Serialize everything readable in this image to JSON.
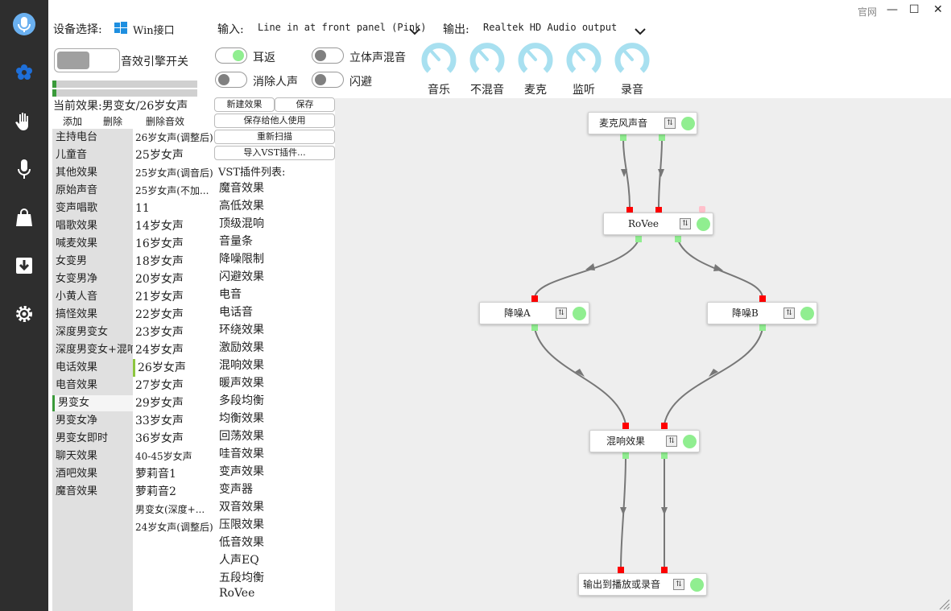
{
  "window": {
    "link_label": "官网",
    "minimize": "—",
    "maximize": "☐",
    "close": "✕"
  },
  "sidebar": {
    "icons": [
      "microphone-app-icon",
      "flower-icon",
      "hand-icon",
      "mic-icon",
      "bag-icon",
      "download-icon",
      "gear-icon"
    ],
    "accent": "#1e6fd9"
  },
  "device": {
    "label": "设备选择:",
    "driver": "Win接口"
  },
  "input": {
    "label": "输入:",
    "value": "Line in at front panel (Pink)"
  },
  "output": {
    "label": "输出:",
    "value": "Realtek HD Audio output"
  },
  "engine": {
    "label": "音效引擎开关"
  },
  "toggles": [
    {
      "label": "耳返",
      "state": "on"
    },
    {
      "label": "立体声混音",
      "state": "off"
    },
    {
      "label": "消除人声",
      "state": "off"
    },
    {
      "label": "闪避",
      "state": "off"
    }
  ],
  "knobs": [
    "音乐",
    "不混音",
    "麦克",
    "监听",
    "录音"
  ],
  "current_effect": "当前效果:男变女/26岁女声",
  "effect_actions": {
    "add": "添加",
    "delete": "删除",
    "delete_effect": "删除音效"
  },
  "categories": [
    "主持电台",
    "儿童音",
    "其他效果",
    "原始声音",
    "变声唱歌",
    "唱歌效果",
    "喊麦效果",
    "女变男",
    "女变男净",
    "小黄人音",
    "搞怪效果",
    "深度男变女",
    "深度男变女+混响",
    "电话效果",
    "电音效果",
    "男变女",
    "男变女净",
    "男变女即时",
    "聊天效果",
    "酒吧效果",
    "魔音效果"
  ],
  "presets": [
    "26岁女声(调整后)",
    "25岁女声",
    "25岁女声(调音后)",
    "25岁女声(不加...",
    "11",
    "14岁女声",
    "16岁女声",
    "18岁女声",
    "20岁女声",
    "21岁女声",
    "22岁女声",
    "23岁女声",
    "24岁女声",
    "26岁女声",
    "27岁女声",
    "29岁女声",
    "33岁女声",
    "36岁女声",
    "40-45岁女声",
    "萝莉音1",
    "萝莉音2",
    "男变女(深度+...",
    "24岁女声(调整后)"
  ],
  "buttons": {
    "new_effect": "新建效果",
    "save": "保存",
    "save_for_others": "保存给他人使用",
    "rescan": "重新扫描",
    "import_vst": "导入VST插件..."
  },
  "vst": {
    "title": "VST插件列表:",
    "items": [
      "魔音效果",
      "高低效果",
      "顶级混响",
      "音量条",
      "降噪限制",
      "闪避效果",
      "电音",
      "电话音",
      "环绕效果",
      "激励效果",
      "混响效果",
      "暖声效果",
      "多段均衡",
      "均衡效果",
      "回荡效果",
      "哇音效果",
      "变声效果",
      "变声器",
      "双音效果",
      "压限效果",
      "低音效果",
      "人声EQ",
      "五段均衡",
      "RoVee"
    ]
  },
  "graph": {
    "nodes": {
      "mic": "麦克风声音",
      "rovee": "RoVee",
      "nr_a": "降噪A",
      "nr_b": "降噪B",
      "reverb": "混响效果",
      "out": "输出到播放或录音"
    },
    "settings_icon": "⇅"
  },
  "colors": {
    "toggle_on": "#90ee90",
    "pin_in": "#ff0000",
    "pin_out": "#90ee90",
    "knob": "#a8e0f0",
    "canvas": "#eeeeee"
  }
}
